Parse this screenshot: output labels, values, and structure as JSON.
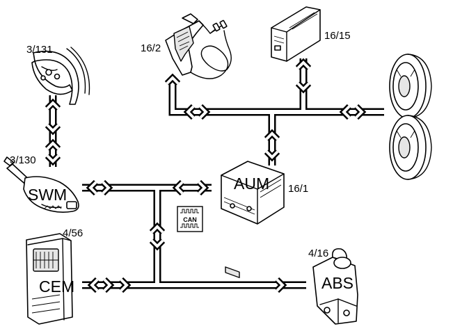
{
  "labels": {
    "steering_wheel_ref": "3/131",
    "swm_ref": "3/130",
    "swm_name": "SWM",
    "cem_ref": "4/56",
    "cem_name": "CEM",
    "phone_ref": "16/2",
    "changer_ref": "16/15",
    "aum_ref": "16/1",
    "aum_name": "AUM",
    "abs_ref": "4/16",
    "abs_name": "ABS",
    "can_symbol": "CAN"
  },
  "icons": {
    "steering_wheel": "steering-wheel-icon",
    "swm": "stalk-switch-module-icon",
    "cem": "central-electronic-module-icon",
    "phone": "phone-handset-icon",
    "changer": "cd-changer-icon",
    "aum": "audio-module-icon",
    "abs": "abs-module-icon",
    "speakers": "speaker-icon",
    "can": "can-bus-icon"
  },
  "colors": {
    "line": "#000000",
    "background": "#ffffff"
  }
}
